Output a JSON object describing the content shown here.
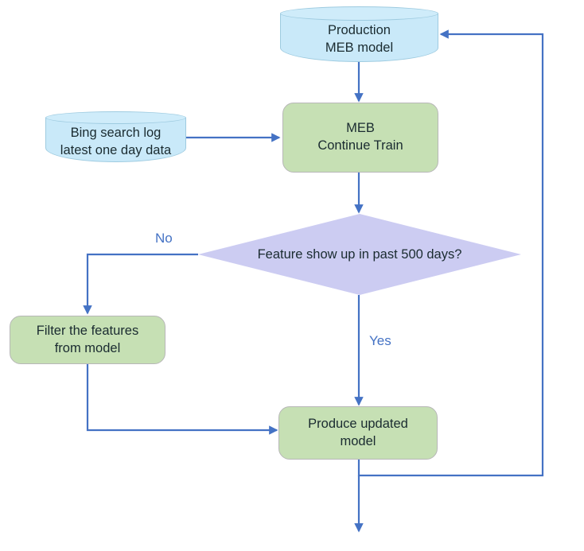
{
  "diagram": {
    "title": "MEB model continue-training flowchart",
    "colors": {
      "edge": "#4472c4",
      "process_fill": "#c6e0b4",
      "datastore_fill": "#c9e9f9",
      "decision_fill": "#ccccf2",
      "label_text": "#4472c4",
      "node_text": "#1a2b30",
      "background": "#ffffff"
    },
    "nodes": [
      {
        "id": "production-meb-model",
        "type": "datastore",
        "label": "Production\nMEB model"
      },
      {
        "id": "bing-search-log",
        "type": "datastore",
        "label": "Bing search log\nlatest one day data"
      },
      {
        "id": "meb-continue-train",
        "type": "process",
        "label": "MEB\nContinue Train"
      },
      {
        "id": "feature-show-up-decision",
        "type": "decision",
        "label": "Feature show up in past 500 days?"
      },
      {
        "id": "filter-the-features",
        "type": "process",
        "label": "Filter the features\nfrom model"
      },
      {
        "id": "produce-updated-model",
        "type": "process",
        "label": "Produce updated\nmodel"
      }
    ],
    "edge_labels": [
      {
        "id": "no-branch-label",
        "text": "No"
      },
      {
        "id": "yes-branch-label",
        "text": "Yes"
      }
    ],
    "edges": [
      {
        "from": "production-meb-model",
        "to": "meb-continue-train",
        "label": ""
      },
      {
        "from": "bing-search-log",
        "to": "meb-continue-train",
        "label": ""
      },
      {
        "from": "meb-continue-train",
        "to": "feature-show-up-decision",
        "label": ""
      },
      {
        "from": "feature-show-up-decision",
        "to": "filter-the-features",
        "label": "No"
      },
      {
        "from": "feature-show-up-decision",
        "to": "produce-updated-model",
        "label": "Yes"
      },
      {
        "from": "filter-the-features",
        "to": "produce-updated-model",
        "label": ""
      },
      {
        "from": "produce-updated-model",
        "to": "production-meb-model",
        "label": ""
      },
      {
        "from": "produce-updated-model",
        "to": "output",
        "label": ""
      }
    ]
  }
}
